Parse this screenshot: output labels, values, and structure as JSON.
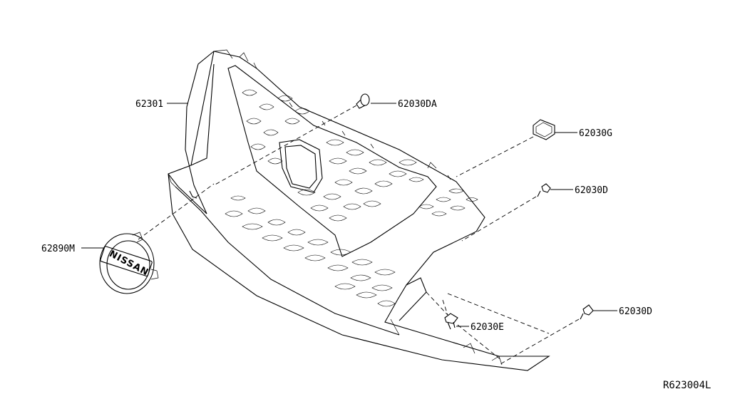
{
  "diagram": {
    "reference_code": "R623004L",
    "callouts": [
      {
        "id": "grille",
        "part_number": "62301"
      },
      {
        "id": "clip-top",
        "part_number": "62030DA"
      },
      {
        "id": "bracket-clip",
        "part_number": "62030G"
      },
      {
        "id": "screw-upper-right",
        "part_number": "62030D"
      },
      {
        "id": "emblem",
        "part_number": "62890M"
      },
      {
        "id": "clip-lower",
        "part_number": "62030E"
      },
      {
        "id": "screw-lower-right",
        "part_number": "62030D"
      }
    ],
    "emblem_text": "NISSAN"
  }
}
